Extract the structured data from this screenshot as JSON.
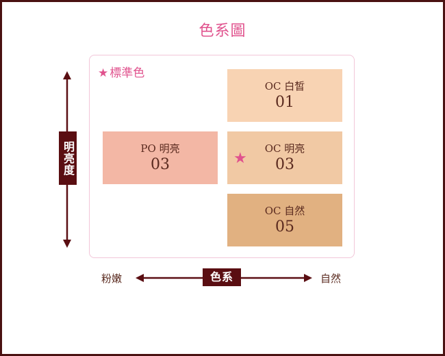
{
  "title": "色系圖",
  "legend": {
    "star": "★",
    "label": "標準色"
  },
  "swatches": [
    {
      "name": "OC 白皙",
      "number": "01",
      "color": "#f8d3b3"
    },
    {
      "name": "PO 明亮",
      "number": "03",
      "color": "#f3b7a5"
    },
    {
      "name": "OC 明亮",
      "number": "03",
      "color": "#f1c9a4"
    },
    {
      "name": "OC 自然",
      "number": "05",
      "color": "#e1b181"
    }
  ],
  "standard_marker": "★",
  "axes": {
    "vertical_label": "明亮度",
    "horizontal_label": "色系",
    "horizontal_left": "粉嫩",
    "horizontal_right": "自然"
  },
  "colors": {
    "accent": "#e0528d",
    "axis": "#5a0e12",
    "text": "#5a2a1f"
  }
}
